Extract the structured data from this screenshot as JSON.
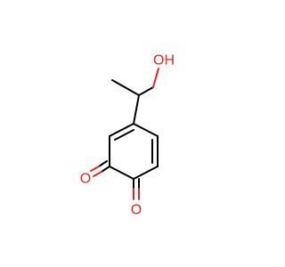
{
  "molecule": {
    "atoms": [
      {
        "id": "hydroxyl-oxygen",
        "label": "OH"
      },
      {
        "id": "ketone-oxygen-1",
        "label": "O"
      },
      {
        "id": "ketone-oxygen-2",
        "label": "O"
      }
    ]
  },
  "colors": {
    "bond": "#000000",
    "oxygen": "#e8251f",
    "background": "#ffffff"
  }
}
